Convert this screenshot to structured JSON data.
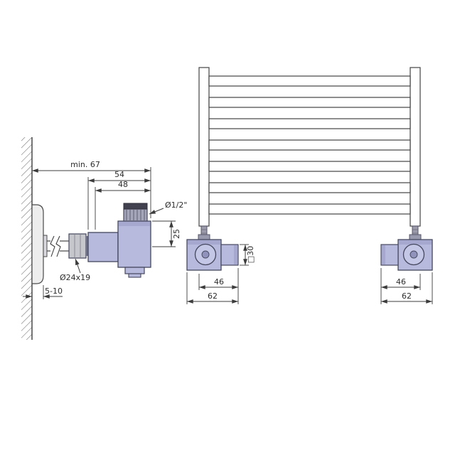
{
  "labels": {
    "left": {
      "min_depth": "min. 67",
      "width_54": "54",
      "width_48": "48",
      "top_thread": "Ø1/2\"",
      "height_25": "25",
      "pipe_thread": "Ø24x19",
      "wall_gap": "5-10"
    },
    "middle": {
      "square": "□30",
      "width_46": "46",
      "width_62": "62"
    },
    "right": {
      "width_46": "46",
      "width_62": "62"
    }
  },
  "colors": {
    "valve_fill": "#b7b9dd",
    "valve_fill_light": "#c5c7e6",
    "valve_fill_dark": "#a6a8d0",
    "valve_stroke": "#45475e",
    "metal": "#c6c6cd",
    "thread": "#a6a6ba",
    "cap_dark": "#41414f",
    "line": "#3c3c3c"
  }
}
